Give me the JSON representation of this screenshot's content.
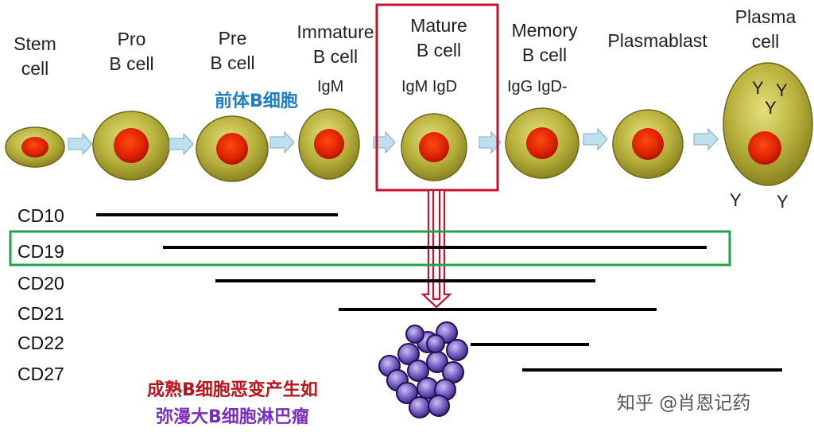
{
  "stages": [
    {
      "id": "stem",
      "label": "Stem\ncell"
    },
    {
      "id": "pro",
      "label": "Pro\nB cell"
    },
    {
      "id": "pre",
      "label": "Pre\nB cell"
    },
    {
      "id": "immature",
      "label": "Immature\nB cell"
    },
    {
      "id": "mature",
      "label": "Mature\nB cell"
    },
    {
      "id": "memory",
      "label": "Memory\nB cell"
    },
    {
      "id": "plasmablast",
      "label": "Plasmablast"
    },
    {
      "id": "plasma",
      "label": "Plasma\ncell"
    }
  ],
  "annotations": {
    "precursor_cn": "前体B细胞",
    "immature_ig": "IgM",
    "mature_ig": "IgM IgD",
    "memory_ig": "IgG  IgD-",
    "lymphoma_line1": "成熟B细胞恶变产生如",
    "lymphoma_line2": "弥漫大B细胞淋巴瘤",
    "antibody_symbol": "Y"
  },
  "markers": [
    {
      "name": "CD10",
      "highlighted": false
    },
    {
      "name": "CD19",
      "highlighted": true
    },
    {
      "name": "CD20",
      "highlighted": false
    },
    {
      "name": "CD21",
      "highlighted": false
    },
    {
      "name": "CD22",
      "highlighted": false
    },
    {
      "name": "CD27",
      "highlighted": false
    }
  ],
  "watermark": "知乎 @肖恩记药",
  "colors": {
    "cell_body": "#b5ae3a",
    "nucleus": "#d42000",
    "arrow": "#bfe0ee",
    "mature_box": "#c8102e",
    "cd19_box": "#1fa345",
    "precursor_text": "#1f7fc0",
    "lymphoma_line1": "#c0101a",
    "lymphoma_line2": "#7a2fbf",
    "tumor_cell": "#5a3ea6"
  }
}
